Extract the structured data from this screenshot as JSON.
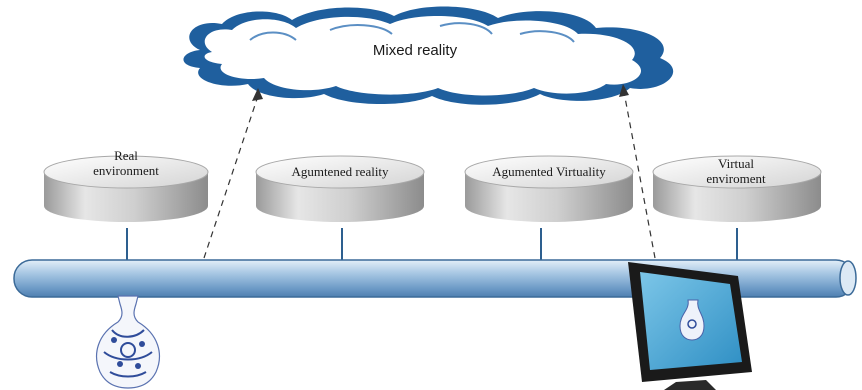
{
  "cloud": {
    "label": "Mixed reality"
  },
  "stages": [
    {
      "label": "Real\nenvironment"
    },
    {
      "label": "Agumtened reality"
    },
    {
      "label": "Agumented Virtuality"
    },
    {
      "label": "Virtual\nenviroment"
    }
  ]
}
